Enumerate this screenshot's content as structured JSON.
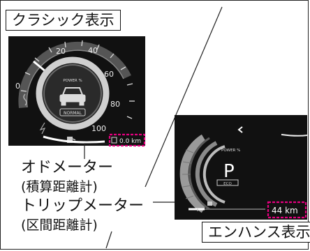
{
  "labels": {
    "classic": "クラシック表示",
    "enhance": "エンハンス表示"
  },
  "callouts": {
    "odometer": "オドメーター",
    "odometer_note": "(積算距離計)",
    "tripmeter": "トリップメーター",
    "tripmeter_note": "(区間距離計)"
  },
  "classic_gauge": {
    "ticks": [
      "0",
      "20",
      "40",
      "60",
      "80",
      "100"
    ],
    "power_label": "POWER %",
    "mode": "NORMAL",
    "odometer_value": "0.0 km"
  },
  "enhance_gauge": {
    "power_label": "POWER %",
    "gear": "P",
    "eco_label": "ECO",
    "trip_value": "44 km"
  },
  "colors": {
    "highlight": "#e5007f",
    "panel": "#111111"
  },
  "icons": [
    "car-icon",
    "fuel-icon",
    "chevron-left-icon",
    "chevron-right-icon",
    "lamp-icon"
  ]
}
